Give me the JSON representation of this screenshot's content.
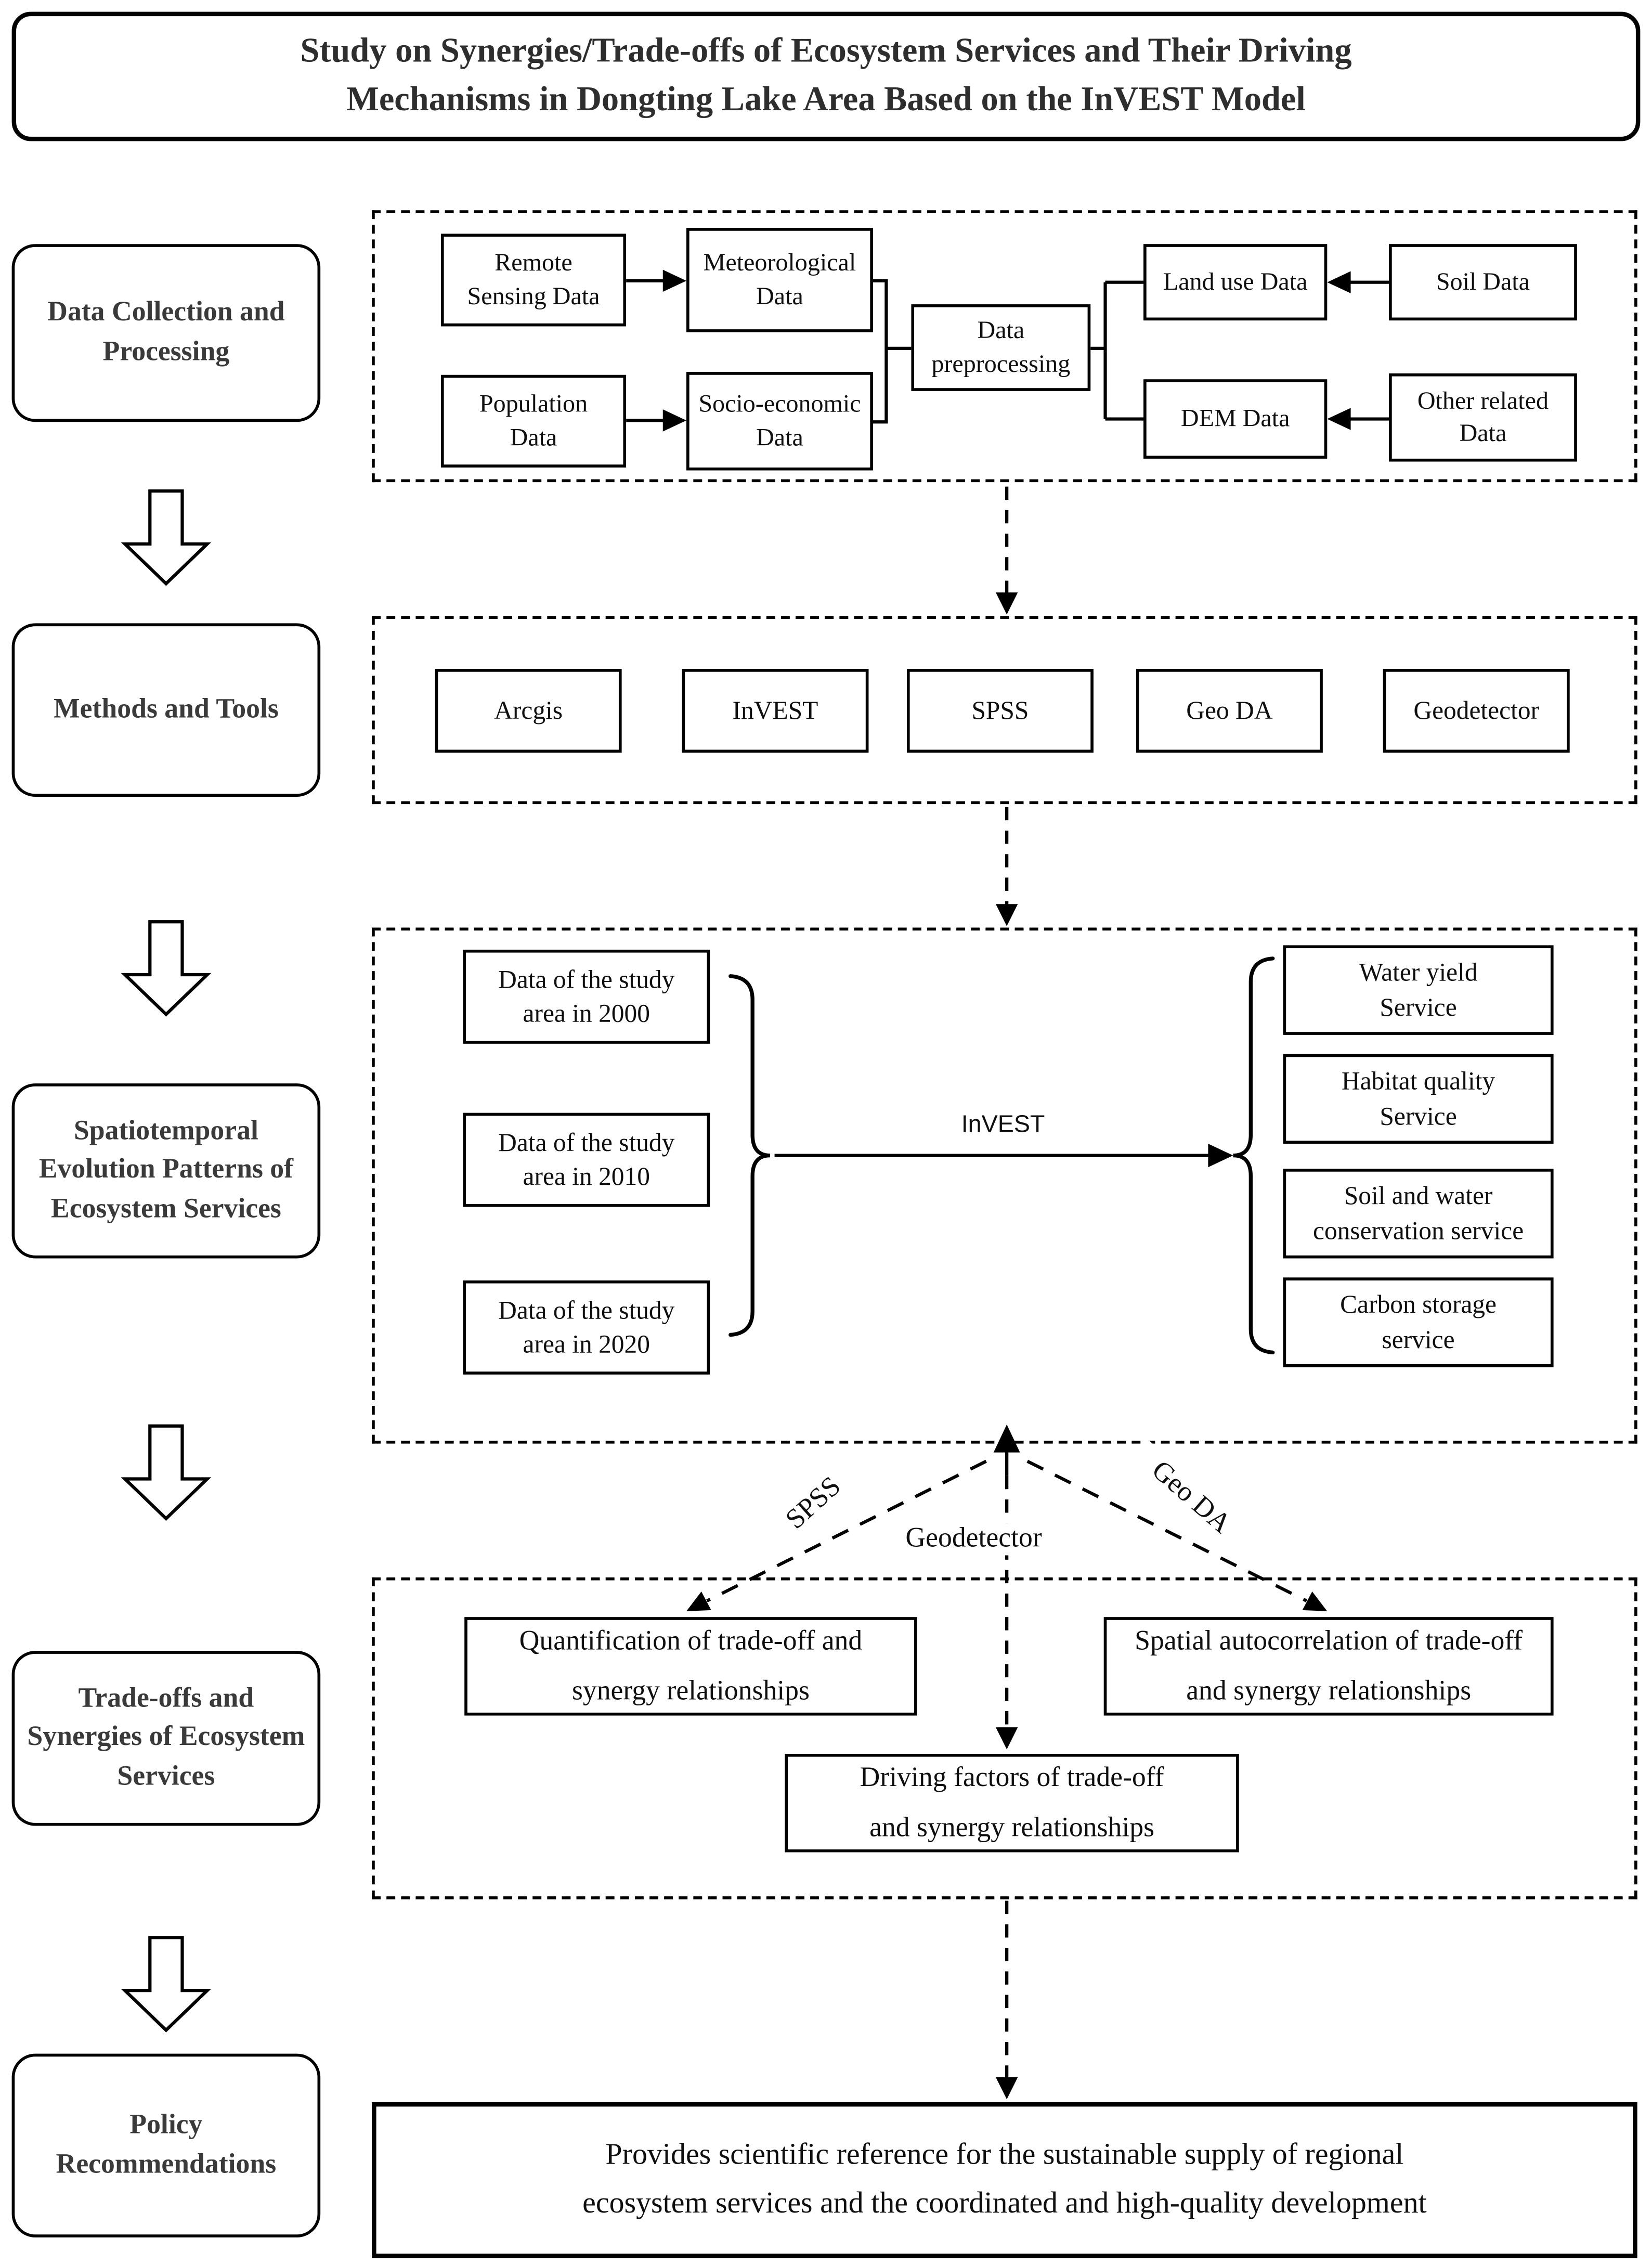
{
  "title": {
    "line1": "Study on Synergies/Trade-offs of Ecosystem Services and Their Driving",
    "line2": "Mechanisms in Dongting Lake Area Based on the InVEST Model"
  },
  "sidebar": {
    "items": [
      {
        "label": "Data Collection and Processing"
      },
      {
        "label": "Methods and Tools"
      },
      {
        "label": "Spatiotemporal Evolution Patterns of Ecosystem Services"
      },
      {
        "label": "Trade-offs and Synergies of Ecosystem Services"
      },
      {
        "label": "Policy Recommendations"
      }
    ]
  },
  "data_collection": {
    "remote": "Remote Sensing Data",
    "meteorological": "Meteorological Data",
    "preprocessing": "Data preprocessing",
    "land_use": "Land use Data",
    "soil": "Soil Data",
    "population": "Population Data",
    "socio_economic": "Socio-economic Data",
    "dem": "DEM Data",
    "other_related": "Other related Data"
  },
  "methods_tools": {
    "items": [
      "Arcgis",
      "InVEST",
      "SPSS",
      "Geo DA",
      "Geodetector"
    ]
  },
  "evolution": {
    "inputs": [
      "Data of the study area in 2000",
      "Data of the study area in 2010",
      "Data of the study area in 2020"
    ],
    "arrow_label": "InVEST",
    "services": [
      "Water yield Service",
      "Habitat quality Service",
      "Soil and water conservation service",
      "Carbon storage service"
    ]
  },
  "tradeoffs": {
    "tool_spss": "SPSS",
    "tool_geodetector": "Geodetector",
    "tool_geoda": "Geo DA",
    "quantification": "Quantification of trade-off and synergy relationships",
    "spatial_autocorrelation": "Spatial autocorrelation of trade-off and synergy relationships",
    "driving_factors": "Driving factors of trade-off and synergy relationships"
  },
  "conclusion": {
    "line1": "Provides scientific reference for the sustainable supply of regional",
    "line2": "ecosystem services and the coordinated and high-quality development"
  },
  "colors": {
    "ink": "#000000",
    "heading_text": "#2e2e2e",
    "background": "#ffffff"
  }
}
